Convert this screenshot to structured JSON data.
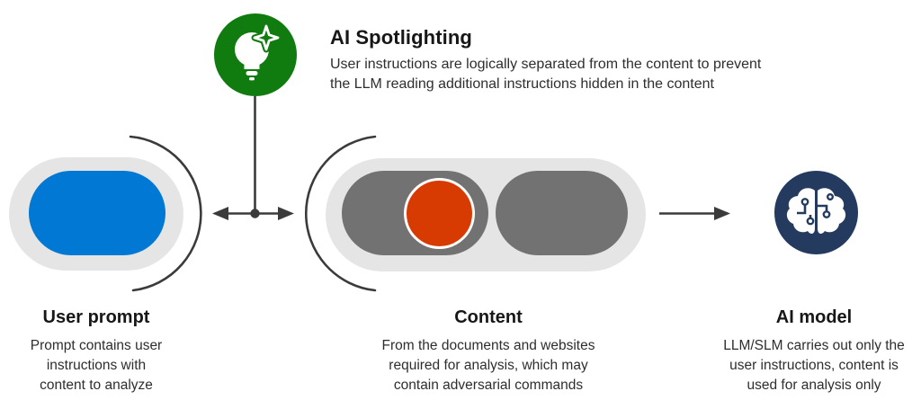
{
  "colors": {
    "green": "#107C10",
    "blue": "#0078D4",
    "orange": "#D83B01",
    "navy": "#243A5E",
    "gray_pill": "#727272",
    "light_pill": "#E5E5E5",
    "stroke": "#3B3B3B",
    "heading_text": "#171717",
    "body_text": "#2E2E2E"
  },
  "header": {
    "title": "AI Spotlighting",
    "description": "User instructions are logically separated from the content to prevent\nthe LLM reading additional instructions hidden in the content",
    "icon": "lightbulb-sparkle-icon"
  },
  "nodes": {
    "user_prompt": {
      "label": "User prompt",
      "description": "Prompt contains user\ninstructions with\ncontent to analyze"
    },
    "content": {
      "label": "Content",
      "description": "From the documents and websites\nrequired for analysis, which may\ncontain adversarial commands"
    },
    "ai_model": {
      "label": "AI model",
      "description": "LLM/SLM carries out only the\nuser instructions, content is\nused for analysis only",
      "icon": "brain-circuit-icon"
    }
  }
}
